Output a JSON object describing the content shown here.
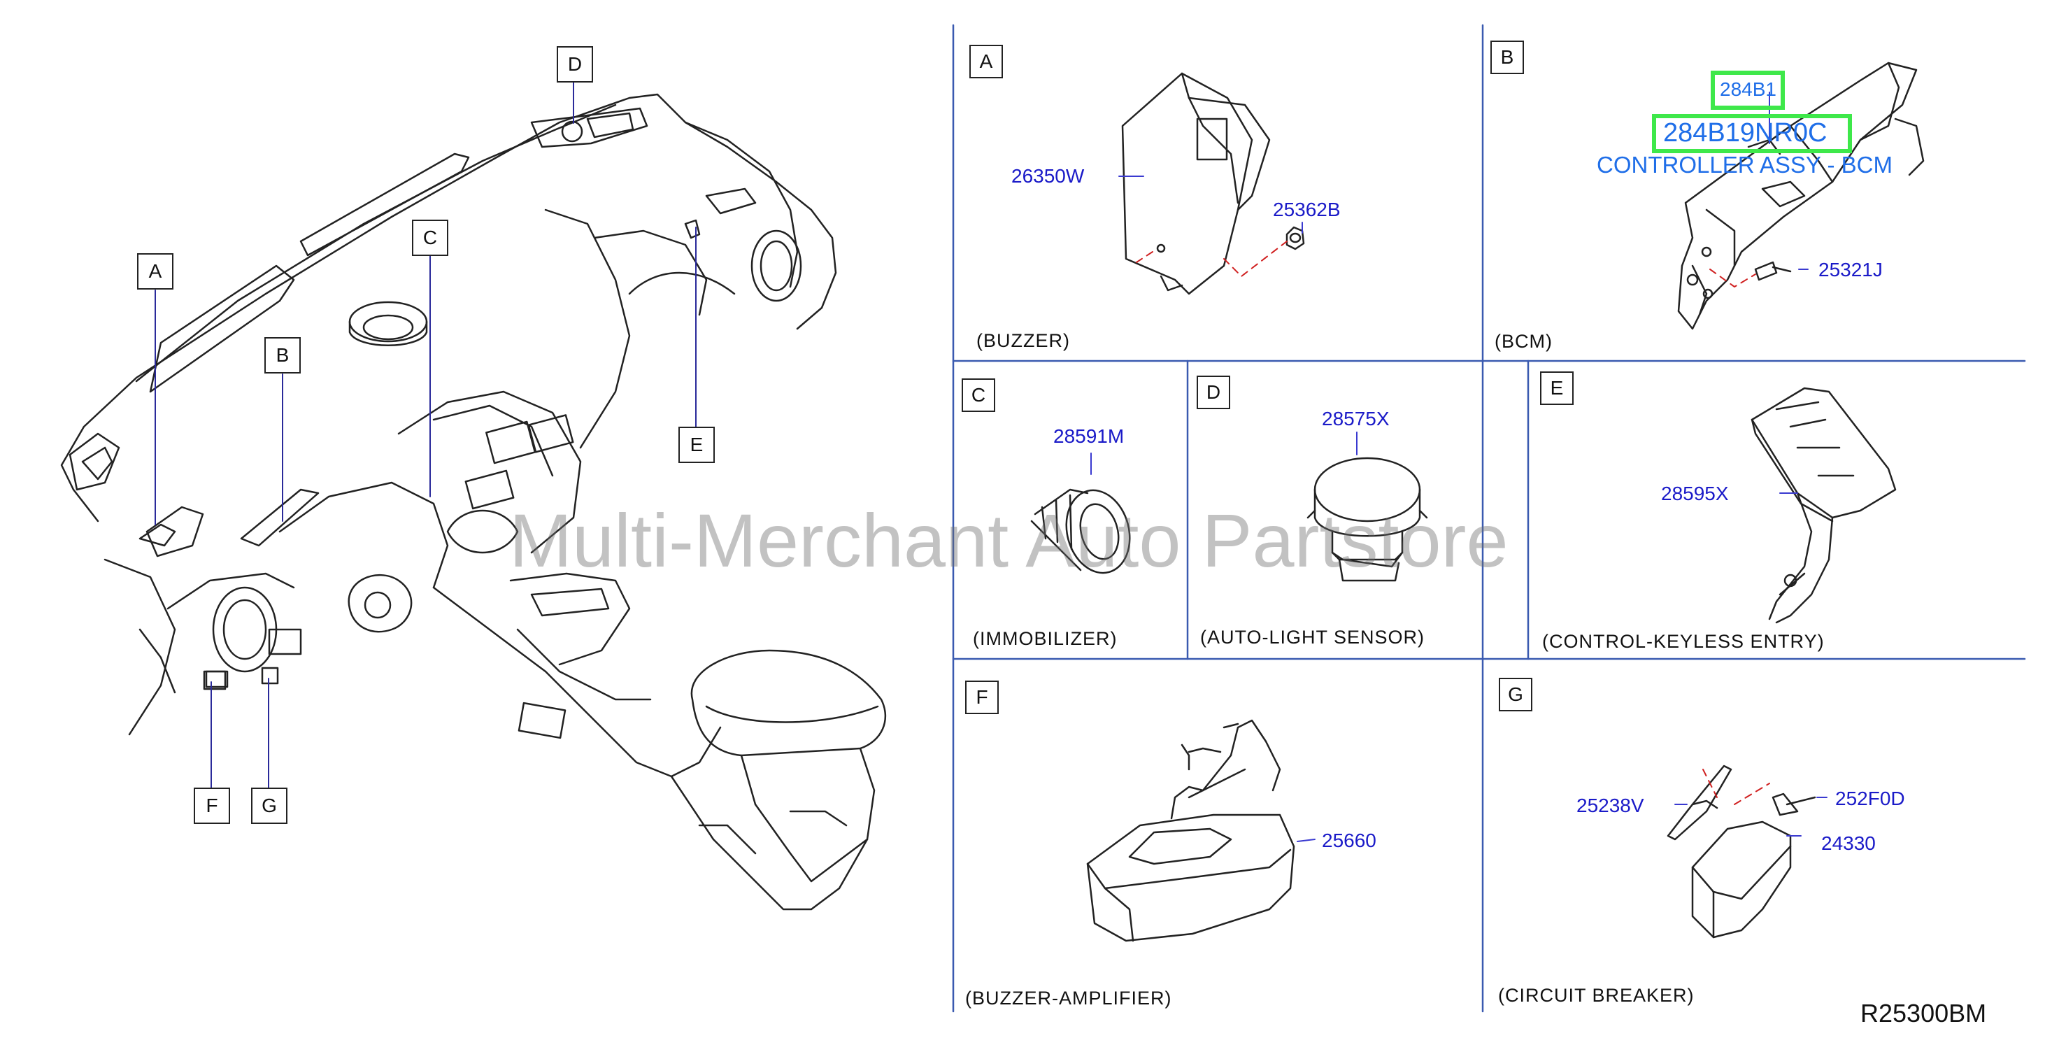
{
  "diagram": {
    "reference_code": "R25300BM",
    "watermark": "Multi-Merchant Auto Partstore",
    "overview_callouts": [
      "A",
      "B",
      "C",
      "D",
      "E",
      "F",
      "G"
    ],
    "panels": [
      {
        "letter": "A",
        "caption": "(BUZZER)",
        "parts": [
          "26350W",
          "25362B"
        ]
      },
      {
        "letter": "B",
        "caption": "(BCM)",
        "parts": [
          "284B1",
          "25321J"
        ]
      },
      {
        "letter": "C",
        "caption": "(IMMOBILIZER)",
        "parts": [
          "28591M"
        ]
      },
      {
        "letter": "D",
        "caption": "(AUTO-LIGHT   SENSOR)",
        "parts": [
          "28575X"
        ]
      },
      {
        "letter": "E",
        "caption": "(CONTROL-KEYLESS   ENTRY)",
        "parts": [
          "28595X"
        ]
      },
      {
        "letter": "F",
        "caption": "(BUZZER-AMPLIFIER)",
        "parts": [
          "25660"
        ]
      },
      {
        "letter": "G",
        "caption": "(CIRCUIT   BREAKER)",
        "parts": [
          "25238V",
          "252F0D",
          "24330"
        ]
      }
    ],
    "highlight": {
      "part_number": "284B19NR0C",
      "description": "CONTROLLER ASSY - BCM",
      "highlight_color": "#3ee84a",
      "text_color": "#1f6ee8"
    },
    "colors": {
      "part_label": "#1a1ac8",
      "line": "#222222",
      "leader": "#3a3ad0",
      "dashed": "#d02020"
    }
  }
}
